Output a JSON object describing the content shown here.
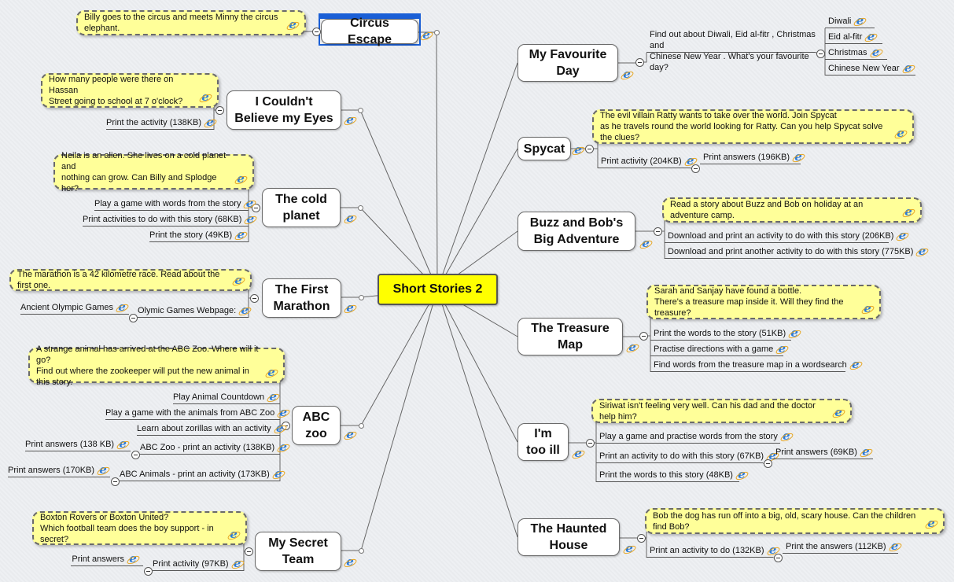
{
  "center": {
    "title": "Short Stories 2"
  },
  "topics": {
    "left": [
      {
        "title": "Circus Escape",
        "callout": "Billy goes to the circus and meets Minny the circus elephant.",
        "items": []
      },
      {
        "title": "I Couldn't Believe my Eyes",
        "callout": "How many people were there on Hassan\nStreet going to school at 7 o'clock?",
        "items": [
          {
            "label": "Print the activity (138KB)"
          }
        ]
      },
      {
        "title": "The cold planet",
        "callout": "Neila is an alien. She lives on a cold planet and\nnothing can grow. Can Billy and Splodge her?",
        "items": [
          {
            "label": "Play a game with words from the story"
          },
          {
            "label": "Print activities to do with this story (68KB)"
          },
          {
            "label": "Print the story (49KB)"
          }
        ]
      },
      {
        "title": "The First Marathon",
        "callout": "The marathon is a 42 kilometre race. Read about the first one.",
        "items": [
          {
            "label": "Olymic Games Webpage:",
            "children": [
              {
                "label": "Ancient Olympic Games"
              }
            ]
          }
        ]
      },
      {
        "title": "ABC zoo",
        "callout": "A strange animal has arrived at the ABC Zoo. Where will it go?\nFind out where the zookeeper will put the new animal in this story.",
        "items": [
          {
            "label": "Play Animal Countdown"
          },
          {
            "label": "Play a game with the animals from ABC Zoo"
          },
          {
            "label": "Learn about zorillas with an activity"
          },
          {
            "label": "ABC Zoo - print an activity (138KB)",
            "children": [
              {
                "label": "Print answers (138 KB)"
              }
            ]
          },
          {
            "label": "ABC Animals - print an activity (173KB)",
            "children": [
              {
                "label": "Print answers (170KB)"
              }
            ]
          }
        ]
      },
      {
        "title": "My Secret Team",
        "callout": "Boxton Rovers or Boxton United?\nWhich football team does the boy support - in secret?",
        "items": [
          {
            "label": "Print activity (97KB)",
            "children": [
              {
                "label": "Print answers"
              }
            ]
          }
        ]
      }
    ],
    "right": [
      {
        "title": "My Favourite Day",
        "items": [
          {
            "label": "Find out about Diwali, Eid al-fitr , Christmas and\nChinese New Year . What's your favourite day?",
            "children": [
              {
                "label": "Diwali"
              },
              {
                "label": "Eid al-fitr"
              },
              {
                "label": "Christmas"
              },
              {
                "label": "Chinese New Year"
              }
            ]
          }
        ]
      },
      {
        "title": "Spycat",
        "callout": "The evil villain Ratty wants to take over the world. Join Spycat\nas he travels round the world looking for Ratty. Can you help Spycat solve the clues?",
        "items": [
          {
            "label": "Print activity (204KB)",
            "children": [
              {
                "label": "Print answers (196KB)"
              }
            ]
          }
        ]
      },
      {
        "title": "Buzz and Bob's Big Adventure",
        "callout": "Read a story about Buzz and Bob on holiday at an adventure camp.",
        "items": [
          {
            "label": "Download and print an activity to do with this story (206KB)"
          },
          {
            "label": "Download and print another activity to do with this story (775KB)"
          }
        ]
      },
      {
        "title": "The Treasure Map",
        "callout": "Sarah and Sanjay have found a bottle.\nThere's a treasure map inside it. Will they find the treasure?",
        "items": [
          {
            "label": "Print the words to the story (51KB)"
          },
          {
            "label": "Practise directions with a game"
          },
          {
            "label": "Find words from the treasure map in a wordsearch"
          }
        ]
      },
      {
        "title": "I'm too ill",
        "callout": "Siriwat isn't feeling very well. Can his dad and the doctor help him?",
        "items": [
          {
            "label": "Play a game and practise words from the story"
          },
          {
            "label": "Print an activity to do with this story (67KB)",
            "children": [
              {
                "label": "Print answers (69KB)"
              }
            ]
          },
          {
            "label": "Print the words to this story (48KB)"
          }
        ]
      },
      {
        "title": "The Haunted House",
        "callout": "Bob the dog has run off  into a big, old, scary house. Can the children find Bob?",
        "items": [
          {
            "label": "Print an activity to do (132KB)",
            "children": [
              {
                "label": "Print the answers (112KB)"
              }
            ]
          }
        ]
      }
    ]
  },
  "icons": {
    "link": "internet-explorer-link-icon",
    "collapse": "collapse-minus-icon"
  },
  "colors": {
    "callout": "#ffff99",
    "center": "#ffff00",
    "selection": "#1a5fd6"
  }
}
